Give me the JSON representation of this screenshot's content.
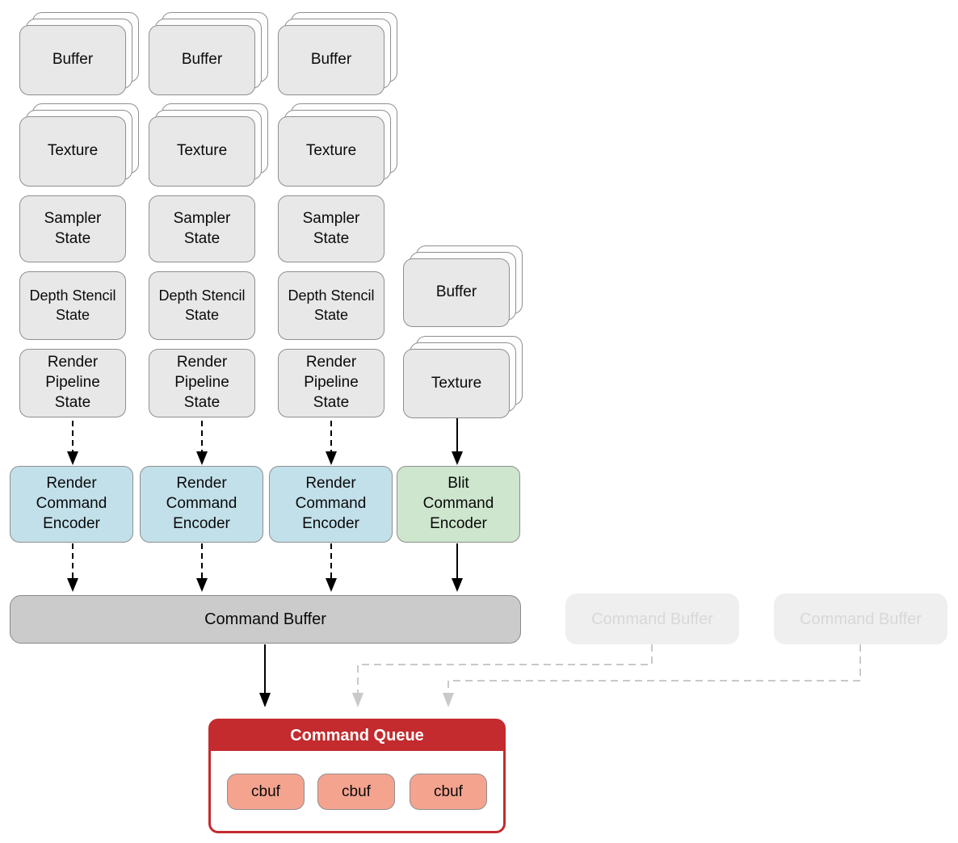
{
  "labels": {
    "buffer": "Buffer",
    "texture": "Texture",
    "sampler_state": "Sampler\nState",
    "depth_stencil_state": "Depth Stencil\nState",
    "render_pipeline_state": "Render\nPipeline\nState",
    "render_command_encoder": "Render\nCommand\nEncoder",
    "blit_command_encoder": "Blit\nCommand\nEncoder",
    "command_buffer": "Command Buffer",
    "command_queue": "Command Queue",
    "cbuf": "cbuf"
  },
  "theme": {
    "card_fill": "#e8e8e8",
    "card_back_fill": "#fdfdfd",
    "card_border": "#8f8f8f",
    "encoder_render_fill": "#c2e0ea",
    "encoder_blit_fill": "#cde6cd",
    "command_buffer_fill": "#cbcbcb",
    "command_buffer_border": "#8a8a8a",
    "faded_fill": "#efefef",
    "faded_text": "#d8d8d8",
    "queue_red": "#c32b2e",
    "cbuf_fill": "#f4a38f",
    "arrow_black": "#000000",
    "arrow_gray": "#c9c9c9"
  }
}
